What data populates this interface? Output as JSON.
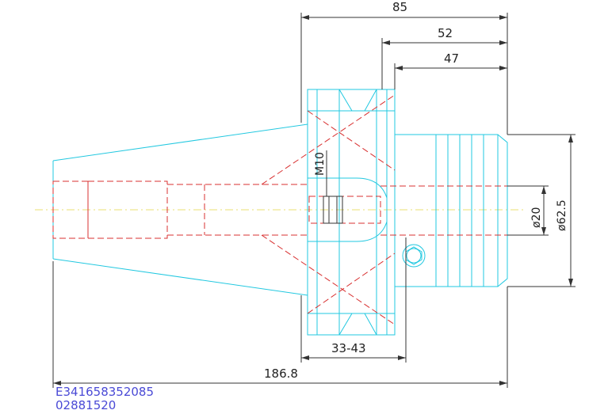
{
  "dimensions": {
    "d85": "85",
    "d52": "52",
    "d47": "47",
    "d33_43": "33-43",
    "d186_8": "186.8",
    "m10": "M10",
    "dia20": "ø20",
    "dia62_5": "ø62.5"
  },
  "codes": {
    "line1": "E341658352085",
    "line2": "02881520"
  },
  "colors": {
    "outline": "#22c8e0",
    "hidden": "#d83030",
    "centerline": "#e8e070",
    "dimension": "#333333",
    "code_text": "#4a4ad6"
  }
}
